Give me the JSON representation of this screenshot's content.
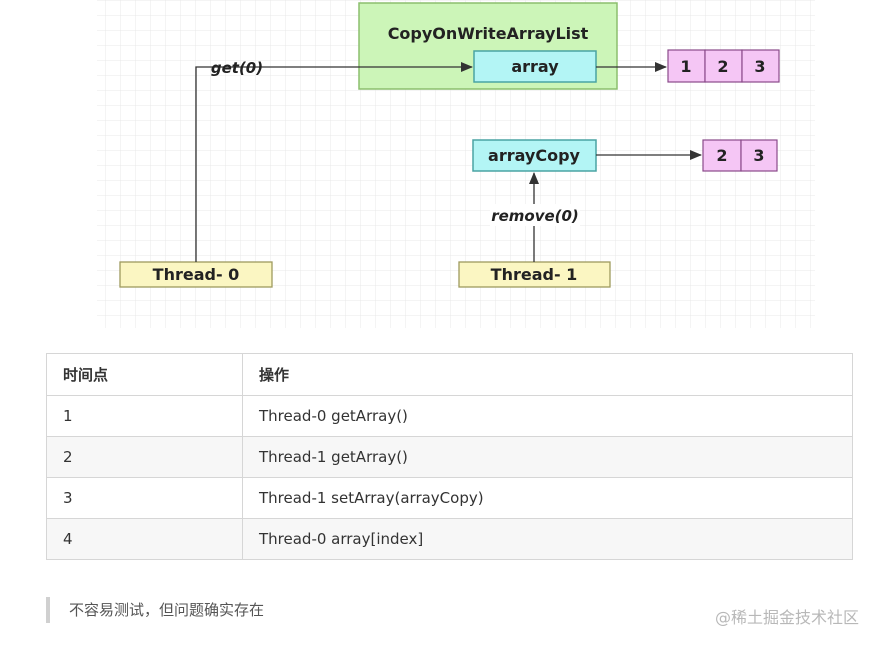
{
  "diagram": {
    "nodes": {
      "container": "CopyOnWriteArrayList",
      "array": "array",
      "arrayCopy": "arrayCopy",
      "thread0": "Thread- 0",
      "thread1": "Thread- 1"
    },
    "array_cells": [
      "1",
      "2",
      "3"
    ],
    "array_copy_cells": [
      "2",
      "3"
    ],
    "edge_labels": {
      "get": "get(0)",
      "remove": "remove(0)"
    },
    "colors": {
      "container_fill": "#ccf5b8",
      "container_stroke": "#8cbf6e",
      "array_fill": "#b3f5f5",
      "array_stroke": "#4aa3a3",
      "cell_fill": "#f5c6f5",
      "cell_stroke": "#8a4a8a",
      "thread_fill": "#fbf6c2",
      "thread_stroke": "#9e9a5e",
      "grid": "#e6e6e6"
    }
  },
  "table": {
    "headers": [
      "时间点",
      "操作"
    ],
    "rows": [
      [
        "1",
        "Thread-0 getArray()"
      ],
      [
        "2",
        "Thread-1 getArray()"
      ],
      [
        "3",
        "Thread-1 setArray(arrayCopy)"
      ],
      [
        "4",
        "Thread-0 array[index]"
      ]
    ]
  },
  "note": "不容易测试，但问题确实存在",
  "watermark": "@稀土掘金技术社区"
}
